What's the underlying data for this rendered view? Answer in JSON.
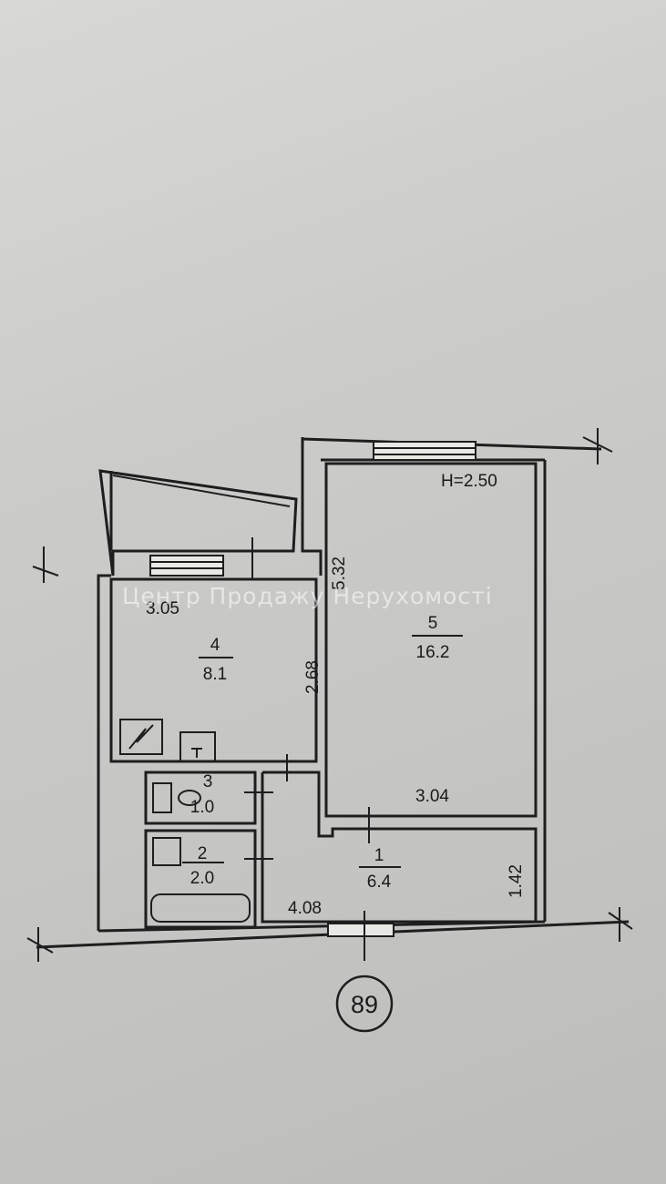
{
  "ceiling_height": "H=2.50",
  "watermark": "Центр Продажу Нерухомості",
  "plan_number": "89",
  "rooms": [
    {
      "number": "1",
      "area": "6.4"
    },
    {
      "number": "2",
      "area": "2.0"
    },
    {
      "number": "3",
      "area": "1.0"
    },
    {
      "number": "4",
      "area": "8.1"
    },
    {
      "number": "5",
      "area": "16.2"
    }
  ],
  "dimensions": {
    "kitchen_width": "3.05",
    "kitchen_depth": "2.68",
    "room_length": "5.32",
    "room_width": "3.04",
    "hall_depth": "1.42",
    "hall_width": "4.08"
  }
}
